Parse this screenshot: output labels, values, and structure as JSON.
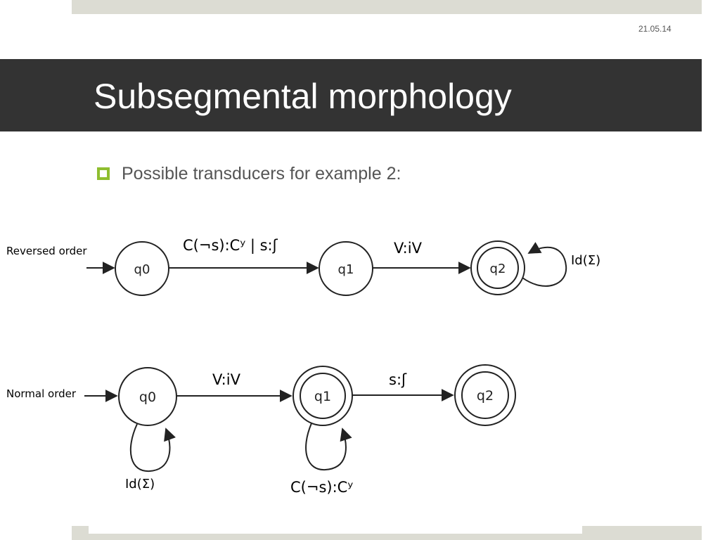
{
  "slide": {
    "date": "21.05.14",
    "title": "Subsegmental morphology",
    "bullet": "Possible transducers for example 2:"
  },
  "diagram": {
    "reversed": {
      "row_label": "Reversed order",
      "states": [
        "q0",
        "q1",
        "q2"
      ],
      "edges": [
        "C(¬s):Cʸ | s:ʃ",
        "V:iV"
      ],
      "loop_label": "Id(Σ)"
    },
    "normal": {
      "row_label": "Normal order",
      "states": [
        "q0",
        "q1",
        "q2"
      ],
      "edges": [
        "V:iV",
        "s:ʃ"
      ],
      "loop_q0": "Id(Σ)",
      "loop_q1": "C(¬s):Cʸ"
    }
  },
  "colors": {
    "title_bar": "#333333",
    "accent": "#8fbe2f",
    "band": "#dcdcd3"
  }
}
